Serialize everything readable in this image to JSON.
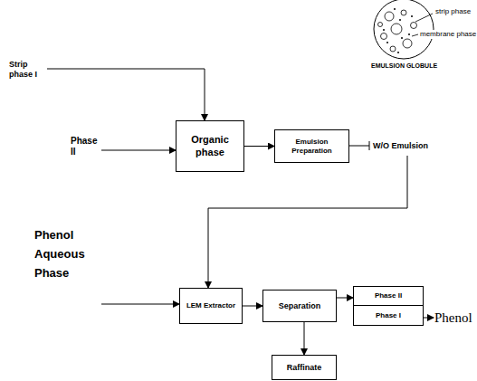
{
  "diagram": {
    "nodes": [
      {
        "text": [
          "Organic phase"
        ]
      },
      {
        "text": [
          "Emulsion Preparation"
        ]
      },
      {
        "text": [
          "LEM Extractor"
        ]
      },
      {
        "text": [
          "Separation"
        ]
      },
      {
        "text": [
          "Phase II"
        ]
      },
      {
        "text": [
          "Phase I"
        ]
      },
      {
        "text": [
          "Raffinate"
        ]
      }
    ],
    "edges": [
      {
        "from": 0,
        "to": 1,
        "arrow": "to"
      },
      {
        "from": 2,
        "to": 3,
        "arrow": "to"
      },
      {
        "from": 3,
        "to": 4,
        "arrow": "to"
      },
      {
        "from": 3,
        "to": 6,
        "arrow": "to"
      }
    ],
    "labels": [
      "strip phase",
      "membrane phase",
      "EMULSION GLOBULE",
      "Strip phase I",
      "Phase II",
      "W/O Emulsion",
      "Phenol Aqueous Phase",
      "Phenol"
    ]
  }
}
